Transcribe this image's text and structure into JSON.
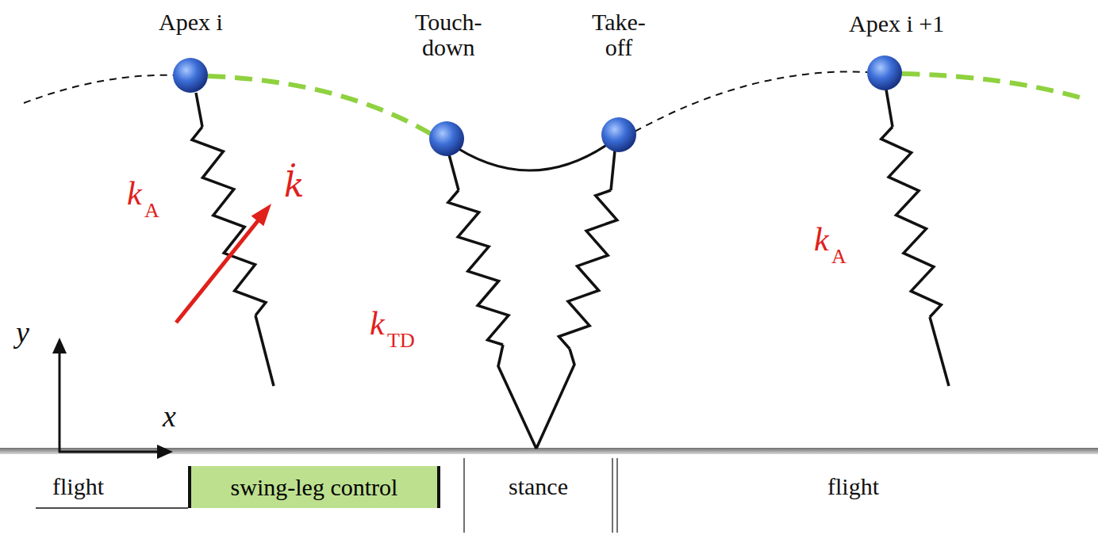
{
  "diagram": {
    "nodes": [
      {
        "text": [
          "swing-leg control"
        ]
      }
    ],
    "edges": [],
    "labels": [
      "Apex i",
      "Touch- down",
      "Take- off",
      "Apex i +1",
      "k",
      "A",
      "k̇",
      "k",
      "TD",
      "k",
      "A",
      "y",
      "x",
      "flight",
      "stance",
      "flight"
    ]
  }
}
